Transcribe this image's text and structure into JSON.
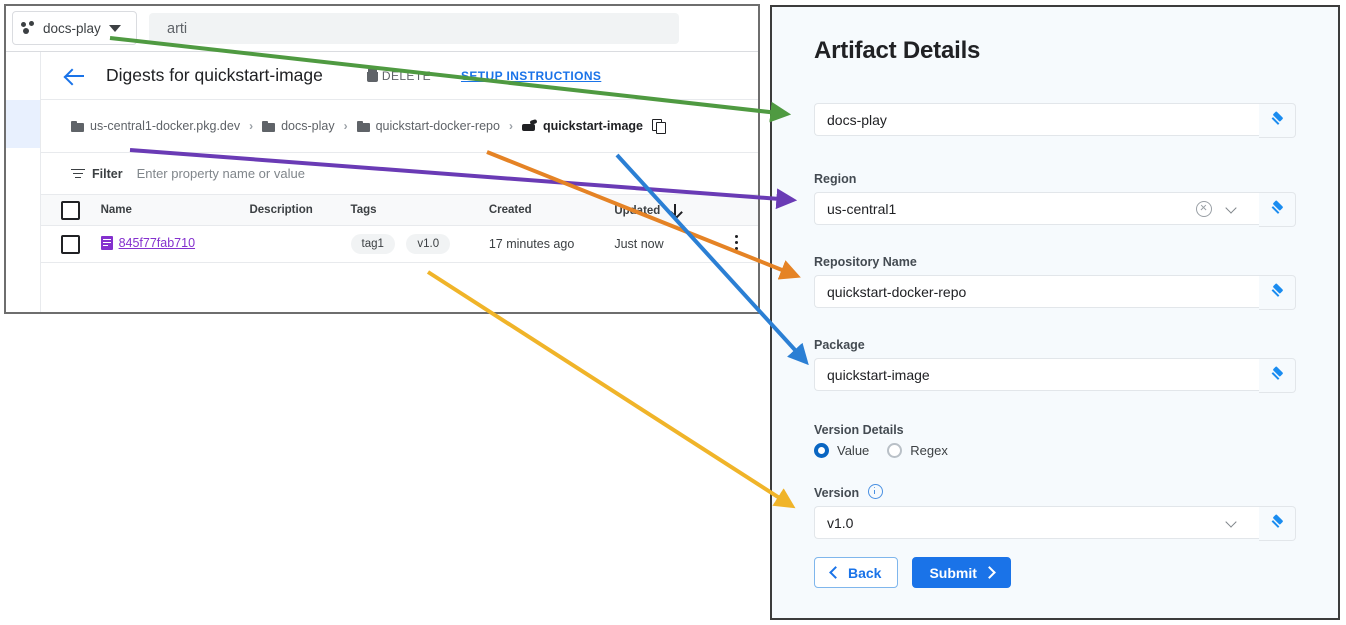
{
  "console": {
    "project_chip": {
      "label": "docs-play",
      "icon": "project-selector-icon",
      "caret": "chevron-down-icon"
    },
    "search": {
      "value": "arti",
      "placeholder": "arti"
    },
    "page_title": "Digests for quickstart-image",
    "actions": {
      "delete": "DELETE",
      "setup": "SETUP INSTRUCTIONS"
    },
    "breadcrumb": [
      {
        "label": "us-central1-docker.pkg.dev",
        "icon": "folder-icon"
      },
      {
        "label": "docs-play",
        "icon": "folder-icon"
      },
      {
        "label": "quickstart-docker-repo",
        "icon": "folder-icon"
      },
      {
        "label": "quickstart-image",
        "icon": "docker-icon"
      }
    ],
    "breadcrumb_sep": "›",
    "copy_icon": "copy-icon",
    "filter": {
      "label": "Filter",
      "placeholder": "Enter property name or value"
    },
    "table": {
      "columns": [
        "",
        "Name",
        "Description",
        "Tags",
        "Created",
        "Updated"
      ],
      "sorted_column": "Updated",
      "sort_direction": "↓",
      "rows": [
        {
          "name": "845f77fab710",
          "description": "",
          "tags": [
            "tag1",
            "v1.0"
          ],
          "created": "17 minutes ago",
          "updated": "Just now"
        }
      ]
    }
  },
  "form": {
    "title": "Artifact Details",
    "fields": [
      {
        "label": "",
        "value": "docs-play",
        "has_clear": false,
        "has_chevron": false
      },
      {
        "label": "Region",
        "value": "us-central1",
        "has_clear": true,
        "has_chevron": true
      },
      {
        "label": "Repository Name",
        "value": "quickstart-docker-repo",
        "has_clear": false,
        "has_chevron": false
      },
      {
        "label": "Package",
        "value": "quickstart-image",
        "has_clear": false,
        "has_chevron": false
      }
    ],
    "version_details": {
      "label": "Version Details",
      "options": [
        {
          "label": "Value",
          "selected": true
        },
        {
          "label": "Regex",
          "selected": false
        }
      ]
    },
    "version": {
      "label": "Version",
      "info_icon": "info-icon",
      "value": "v1.0",
      "has_chevron": true
    },
    "buttons": {
      "back": "Back",
      "submit": "Submit"
    }
  },
  "annotations": {
    "arrows": [
      {
        "name": "arrow-project-to-docs-play",
        "color": "#4f9a41"
      },
      {
        "name": "arrow-registry-to-region",
        "color": "#6a3bb5"
      },
      {
        "name": "arrow-repo-to-repository-name",
        "color": "#e58325"
      },
      {
        "name": "arrow-image-to-package",
        "color": "#2b7fd4"
      },
      {
        "name": "arrow-tag-to-version",
        "color": "#f0b429"
      }
    ]
  },
  "colors": {
    "link_blue": "#1a73e8",
    "visited_purple": "#8430ce",
    "panel_bg": "#f6fafd",
    "submit_blue": "#1a73e8"
  }
}
